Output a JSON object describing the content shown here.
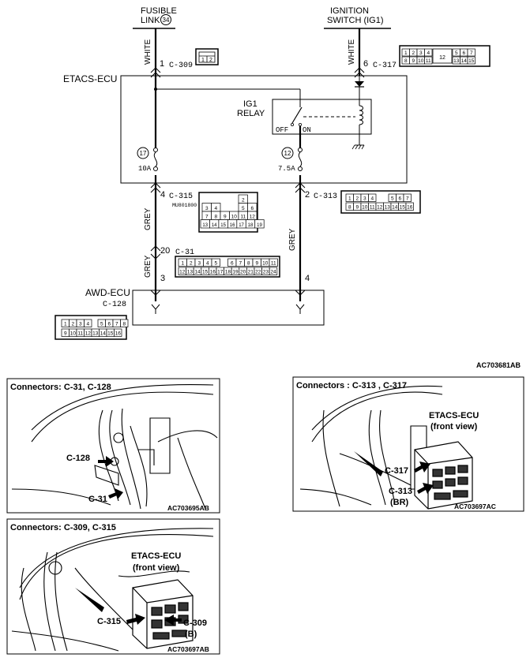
{
  "wiring": {
    "fusible_link": {
      "line1": "FUSIBLE",
      "line2": "LINK",
      "num": "34"
    },
    "ignition": {
      "line1": "IGNITION",
      "line2": "SWITCH (IG1)"
    },
    "left_wire_color": "WHITE",
    "right_wire_color": "WHITE",
    "pin_1": "1",
    "conn_c309": "C-309",
    "pin_6": "6",
    "conn_c317": "C-317",
    "etacs_label": "ETACS-ECU",
    "relay_line1": "IG1",
    "relay_line2": "RELAY",
    "relay_off": "OFF",
    "relay_on": "ON",
    "fuse_left_num": "17",
    "fuse_left_amp": "10A",
    "fuse_right_num": "12",
    "fuse_right_amp": "7.5A",
    "pin_4": "4",
    "conn_c315": "C-315",
    "part_no": "MU801800",
    "pin_2": "2",
    "conn_c313": "C-313",
    "grey1": "GREY",
    "grey2": "GREY",
    "grey3": "GREY",
    "pin_20": "20",
    "conn_c31": "C-31",
    "pin_3": "3",
    "pin_4b": "4",
    "awd_label": "AWD-ECU",
    "conn_c128": "C-128",
    "code_main": "AC703681AB"
  },
  "c309_pins": [
    "1",
    "2"
  ],
  "c317_pins": {
    "top": [
      "1",
      "2",
      "3",
      "4",
      "5",
      "6",
      "7"
    ],
    "bottom": [
      "8",
      "9",
      "10",
      "11",
      "13",
      "14",
      "15"
    ],
    "mid": "12"
  },
  "c315_pins": [
    "2",
    "3",
    "4",
    "5",
    "6",
    "7",
    "8",
    "9",
    "10",
    "11",
    "12",
    "13",
    "14",
    "15",
    "16",
    "17",
    "18",
    "19"
  ],
  "c313_pins": {
    "top": [
      "1",
      "2",
      "3",
      "4",
      "5",
      "6",
      "7"
    ],
    "bottom": [
      "8",
      "9",
      "10",
      "11",
      "12",
      "13",
      "14",
      "15",
      "16"
    ]
  },
  "c31_pins": {
    "top": [
      "1",
      "2",
      "3",
      "4",
      "5",
      "6",
      "7",
      "8",
      "9",
      "10",
      "11"
    ],
    "bottom": [
      "12",
      "13",
      "14",
      "15",
      "16",
      "17",
      "18",
      "19",
      "20",
      "21",
      "22",
      "23",
      "24"
    ]
  },
  "c128_pins": {
    "top": [
      "1",
      "2",
      "3",
      "4",
      "5",
      "6",
      "7",
      "8"
    ],
    "bottom": [
      "9",
      "10",
      "11",
      "12",
      "13",
      "14",
      "15",
      "16"
    ]
  },
  "panel1": {
    "title": "Connectors: C-31, C-128",
    "label_a": "C-128",
    "label_b": "C-31",
    "code": "AC703695AB"
  },
  "panel2": {
    "title": "Connectors : C-313 , C-317",
    "ecu1": "ETACS-ECU",
    "ecu2": "(front view)",
    "label_a": "C-317",
    "label_b": "C-313",
    "label_c": "(BR)",
    "code": "AC703697AC"
  },
  "panel3": {
    "title": "Connectors: C-309, C-315",
    "ecu1": "ETACS-ECU",
    "ecu2": "(front view)",
    "label_a": "C-315",
    "label_b": "C-309",
    "label_c": "(B)",
    "code": "AC703697AB"
  }
}
